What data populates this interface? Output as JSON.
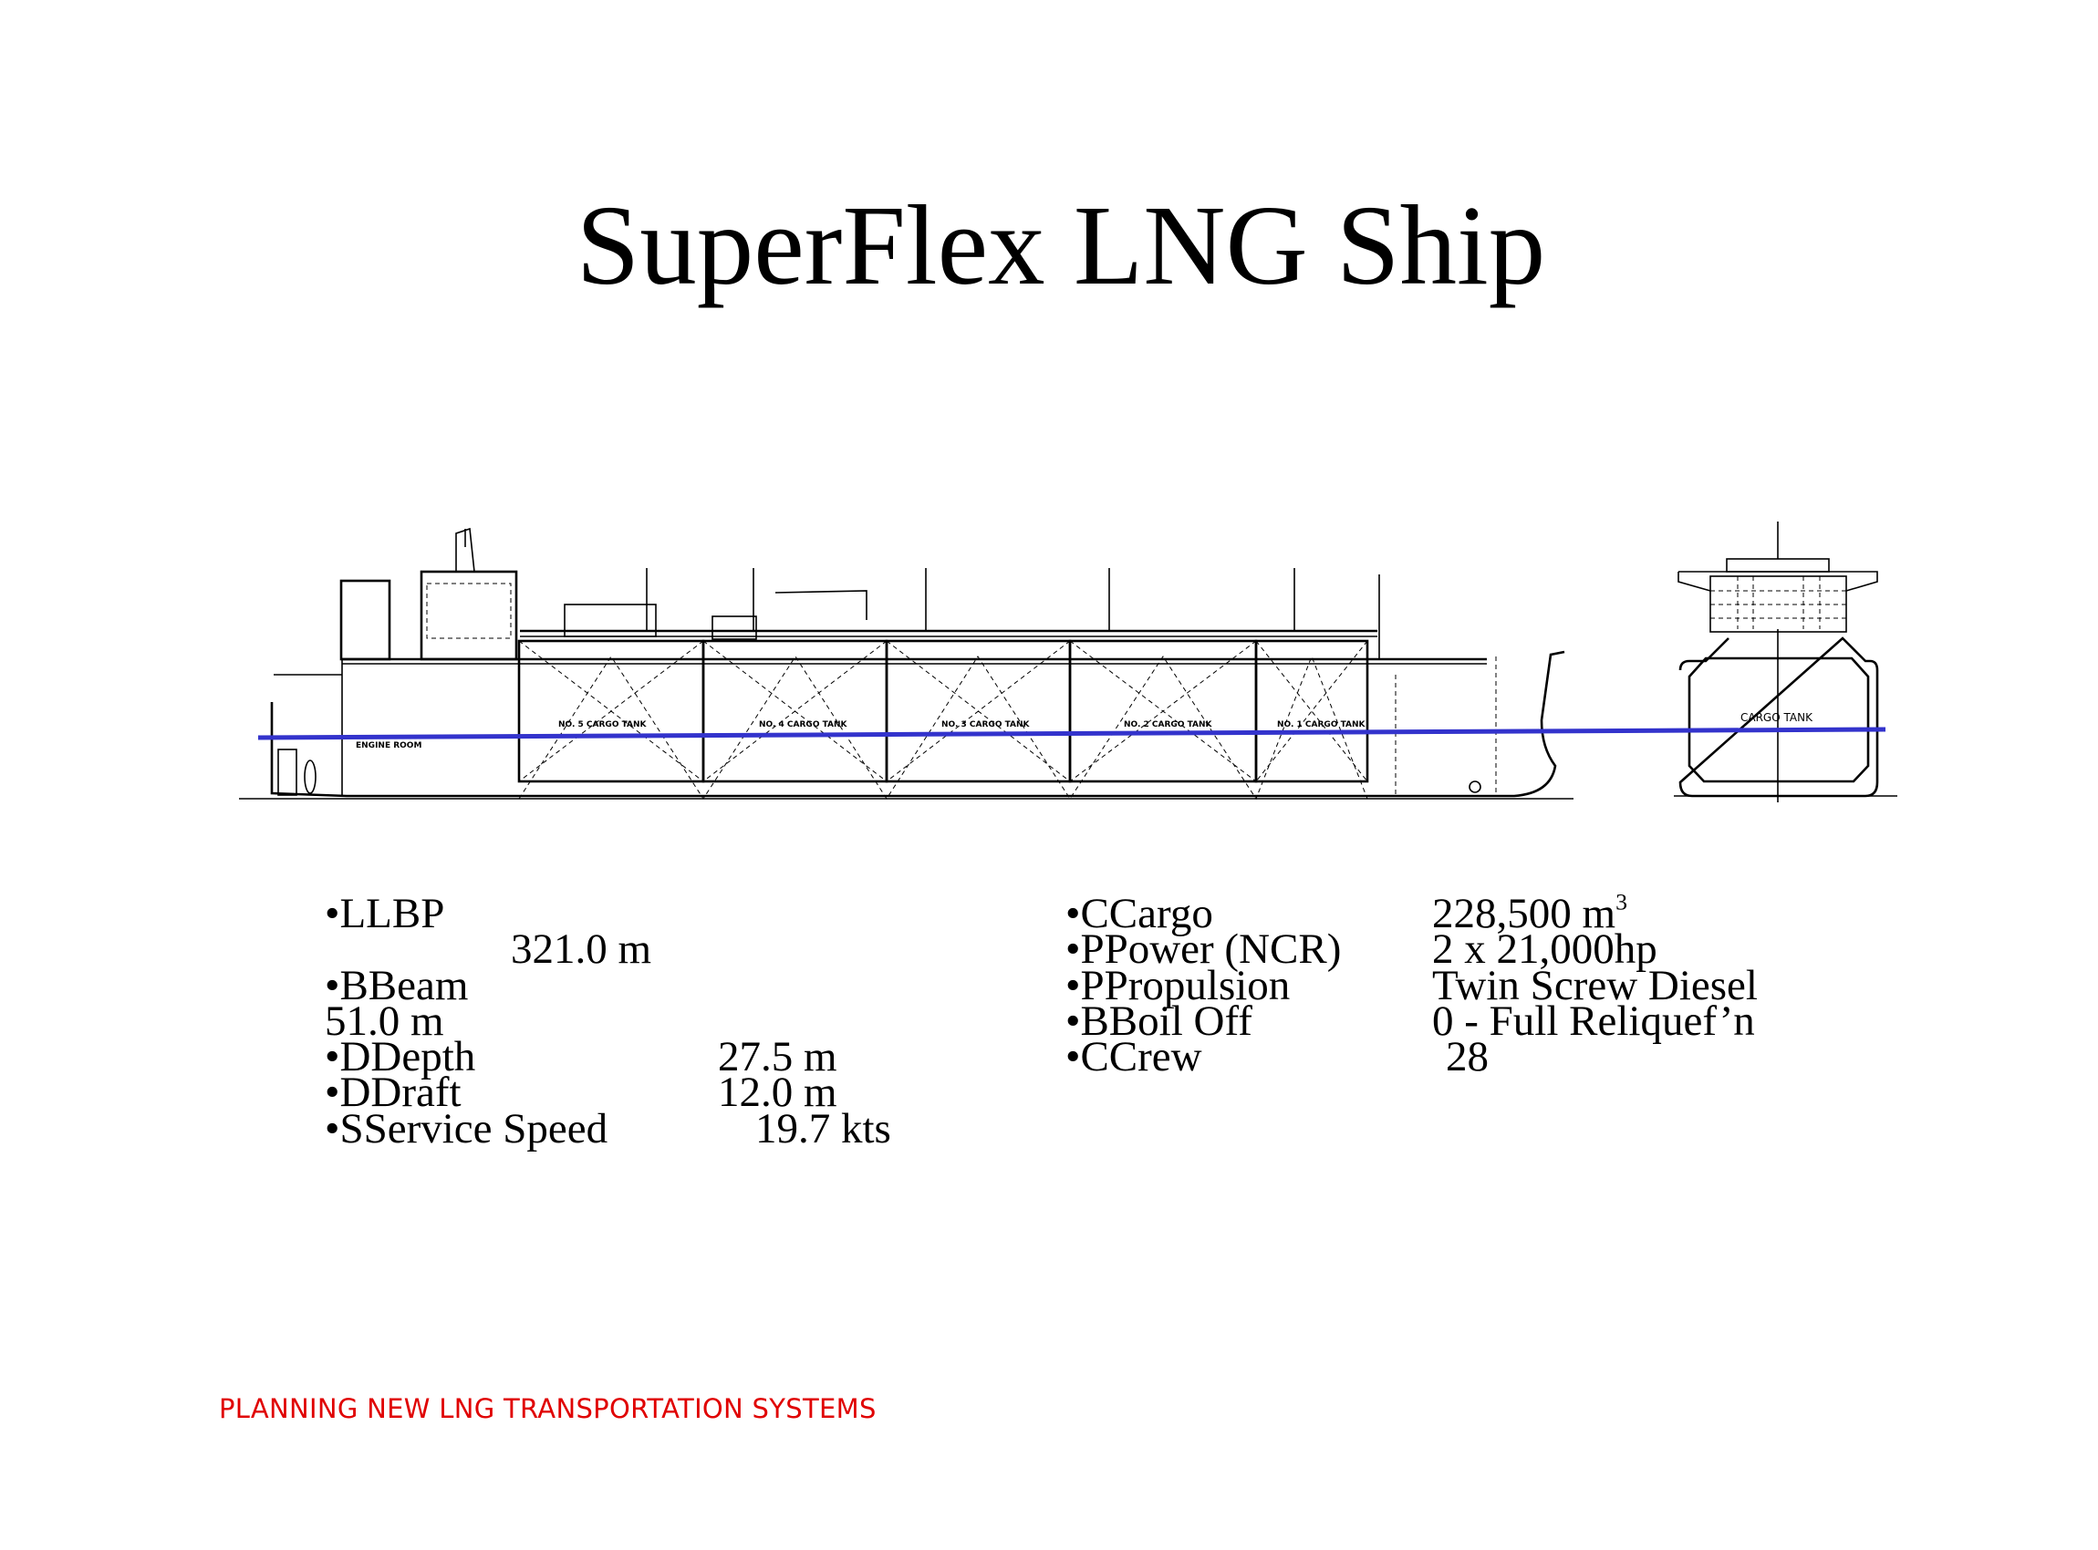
{
  "title": "SuperFlex LNG Ship",
  "drawing": {
    "tank_labels": [
      "NO. 5 CARGO TANK",
      "NO. 4 CARGO TANK",
      "NO. 3 CARGO TANK",
      "NO. 2 CARGO TANK",
      "NO. 1 CARGO TANK"
    ],
    "engine_room": "ENGINE ROOM",
    "section_tank": "CARGO TANK",
    "waterline_color": "#3333cc"
  },
  "specs_left": [
    {
      "label": "•LLBP",
      "value": "321.0 m"
    },
    {
      "label": "•BBeam",
      "value": "51.0 m"
    },
    {
      "label": "•DDepth",
      "value": "27.5 m"
    },
    {
      "label": "•DDraft",
      "value": "12.0 m"
    },
    {
      "label": "•SService Speed",
      "value": "19.7 kts"
    }
  ],
  "specs_right": [
    {
      "label": "•CCargo",
      "value": "228,500 m",
      "sup": "3"
    },
    {
      "label": "•PPower (NCR)",
      "value": "2 x 21,000hp"
    },
    {
      "label": "•PPropulsion",
      "value": "Twin Screw Diesel"
    },
    {
      "label": "•BBoil Off",
      "value": "0 - Full Reliquef’n"
    },
    {
      "label": "•CCrew",
      "value": "28"
    }
  ],
  "footer": "PLANNING NEW LNG TRANSPORTATION SYSTEMS",
  "colors": {
    "footer": "#e00000"
  }
}
